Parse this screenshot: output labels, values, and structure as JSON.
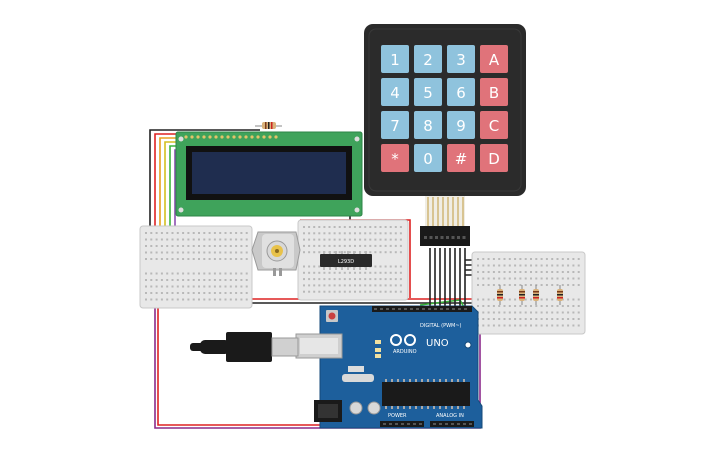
{
  "keypad": {
    "keys": [
      "1",
      "2",
      "3",
      "A",
      "4",
      "5",
      "6",
      "B",
      "7",
      "8",
      "9",
      "C",
      "*",
      "0",
      "#",
      "D"
    ]
  },
  "motor_driver": {
    "label": "L293D"
  },
  "arduino": {
    "model": "UNO",
    "brand": "ARDUINO",
    "digital_label": "DIGITAL (PWM~)",
    "power_label": "POWER",
    "analog_label": "ANALOG IN"
  },
  "colors": {
    "keypad_body": "#2b2b2b",
    "key_blue": "#8fc3dd",
    "key_red": "#e0737a",
    "lcd_pcb": "#3fa35b",
    "lcd_screen": "#1f2d4f",
    "arduino_board": "#1d5f9c",
    "breadboard": "#e8e8e8"
  }
}
